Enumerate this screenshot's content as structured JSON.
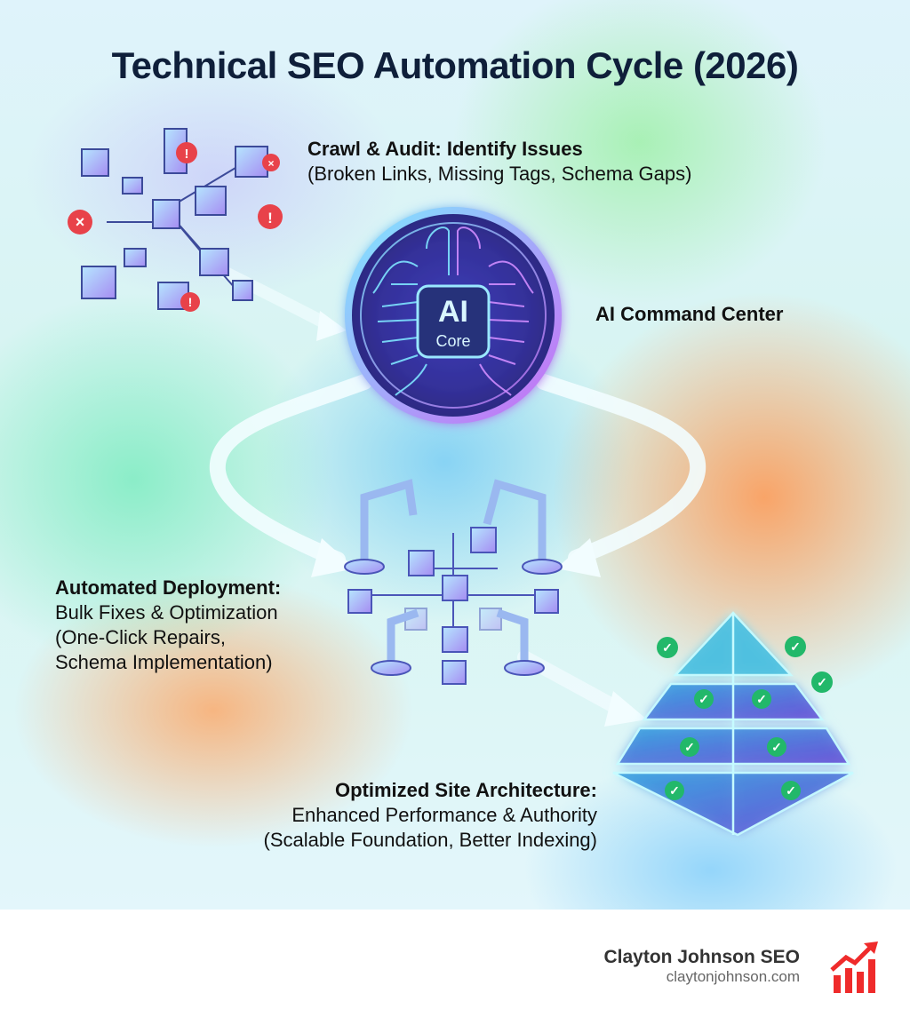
{
  "title": "Technical SEO Automation Cycle (2026)",
  "stages": {
    "crawl": {
      "heading": "Crawl & Audit: Identify Issues",
      "detail": "(Broken Links, Missing Tags, Schema Gaps)",
      "icon": "broken-site-structure-icon"
    },
    "ai_core": {
      "heading": "AI Command Center",
      "chip_line1": "AI",
      "chip_line2": "Core",
      "icon": "ai-brain-chip-icon"
    },
    "deploy": {
      "heading": "Automated Deployment:",
      "line1": "Bulk Fixes & Optimization",
      "line2": "(One-Click Repairs,",
      "line3": "Schema Implementation)",
      "icon": "robotic-arms-icon"
    },
    "architecture": {
      "heading": "Optimized Site Architecture:",
      "line1": "Enhanced Performance & Authority",
      "line2": "(Scalable Foundation, Better Indexing)",
      "icon": "pyramid-checkmarks-icon"
    }
  },
  "footer": {
    "brand_name": "Clayton Johnson SEO",
    "brand_url": "claytonjohnson.com",
    "logo": "rising-bar-chart-logo"
  },
  "colors": {
    "title": "#0f1f3a",
    "error_badge": "#e8424a",
    "check_badge": "#22b86a",
    "neon_blue": "#6fd8ff",
    "neon_purple": "#b06cf0",
    "logo_red": "#ef2b2b"
  }
}
